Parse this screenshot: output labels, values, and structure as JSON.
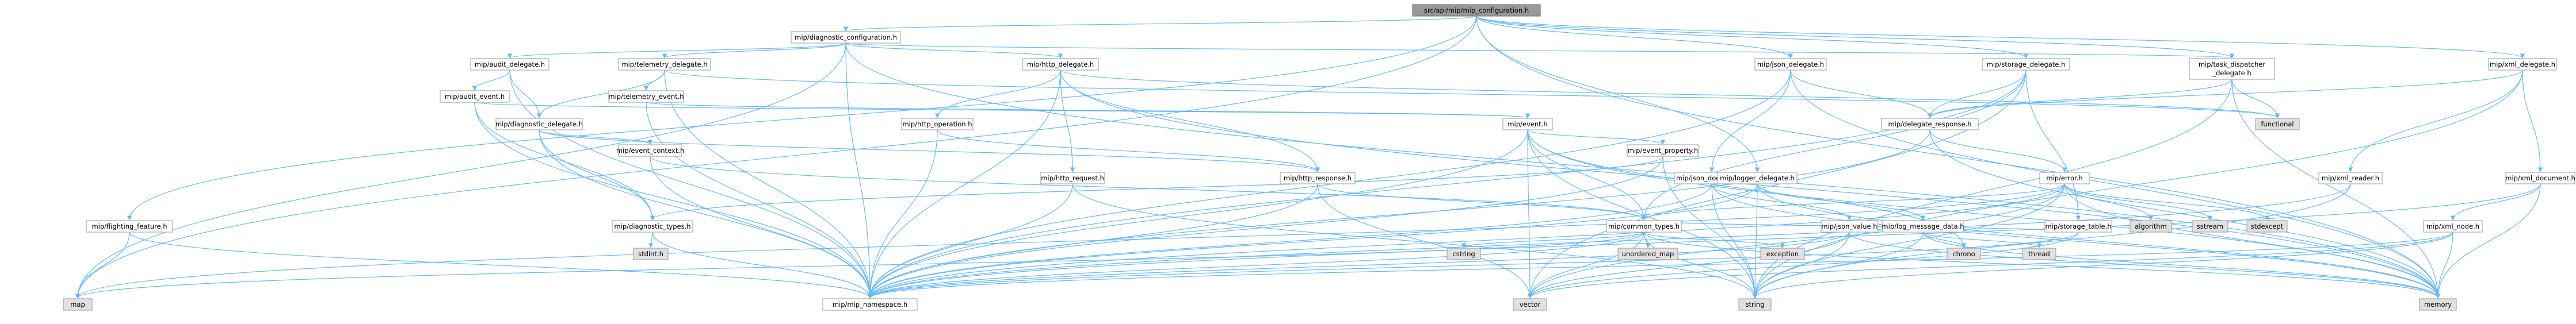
{
  "graph": {
    "title": "src/api/mip/mip_configuration.h",
    "nodes": [
      {
        "id": "root",
        "label": "src/api/mip/mip_configuration.h",
        "kind": "root"
      },
      {
        "id": "diagcfg",
        "label": "mip/diagnostic_configuration.h",
        "kind": "file"
      },
      {
        "id": "audit_delegate",
        "label": "mip/audit_delegate.h",
        "kind": "file"
      },
      {
        "id": "telemetry_delegate",
        "label": "mip/telemetry_delegate.h",
        "kind": "file"
      },
      {
        "id": "http_delegate",
        "label": "mip/http_delegate.h",
        "kind": "file"
      },
      {
        "id": "task_dispatcher",
        "label": "mip/task_dispatcher_delegate.h",
        "kind": "file",
        "lines": [
          "mip/task_dispatcher",
          "_delegate.h"
        ]
      },
      {
        "id": "storage_delegate",
        "label": "mip/storage_delegate.h",
        "kind": "file"
      },
      {
        "id": "xml_delegate",
        "label": "mip/xml_delegate.h",
        "kind": "file"
      },
      {
        "id": "json_delegate",
        "label": "mip/json_delegate.h",
        "kind": "file"
      },
      {
        "id": "audit_event",
        "label": "mip/audit_event.h",
        "kind": "file"
      },
      {
        "id": "telemetry_event",
        "label": "mip/telemetry_event.h",
        "kind": "file"
      },
      {
        "id": "diagnostic_delegate",
        "label": "mip/diagnostic_delegate.h",
        "kind": "file"
      },
      {
        "id": "http_operation",
        "label": "mip/http_operation.h",
        "kind": "file"
      },
      {
        "id": "event",
        "label": "mip/event.h",
        "kind": "file"
      },
      {
        "id": "functional",
        "label": "functional",
        "kind": "system"
      },
      {
        "id": "delegate_response",
        "label": "mip/delegate_response.h",
        "kind": "file"
      },
      {
        "id": "event_context",
        "label": "mip/event_context.h",
        "kind": "file"
      },
      {
        "id": "http_request",
        "label": "mip/http_request.h",
        "kind": "file"
      },
      {
        "id": "http_response",
        "label": "mip/http_response.h",
        "kind": "file"
      },
      {
        "id": "event_property",
        "label": "mip/event_property.h",
        "kind": "file"
      },
      {
        "id": "xml_reader",
        "label": "mip/xml_reader.h",
        "kind": "file"
      },
      {
        "id": "xml_document",
        "label": "mip/xml_document.h",
        "kind": "file"
      },
      {
        "id": "error",
        "label": "mip/error.h",
        "kind": "file"
      },
      {
        "id": "json_document",
        "label": "mip/json_document.h",
        "kind": "file"
      },
      {
        "id": "logger_delegate",
        "label": "mip/logger_delegate.h",
        "kind": "file"
      },
      {
        "id": "flighting_feature",
        "label": "mip/flighting_feature.h",
        "kind": "file"
      },
      {
        "id": "diagnostic_types",
        "label": "mip/diagnostic_types.h",
        "kind": "file"
      },
      {
        "id": "common_types",
        "label": "mip/common_types.h",
        "kind": "file"
      },
      {
        "id": "storage_table",
        "label": "mip/storage_table.h",
        "kind": "file"
      },
      {
        "id": "xml_node",
        "label": "mip/xml_node.h",
        "kind": "file"
      },
      {
        "id": "algorithm",
        "label": "algorithm",
        "kind": "system"
      },
      {
        "id": "sstream",
        "label": "sstream",
        "kind": "system"
      },
      {
        "id": "stdexcept",
        "label": "stdexcept",
        "kind": "system"
      },
      {
        "id": "json_value",
        "label": "mip/json_value.h",
        "kind": "file"
      },
      {
        "id": "log_message_data",
        "label": "mip/log_message_data.h",
        "kind": "file"
      },
      {
        "id": "stdint",
        "label": "stdint.h",
        "kind": "system"
      },
      {
        "id": "cstring",
        "label": "cstring",
        "kind": "system"
      },
      {
        "id": "unordered_map",
        "label": "unordered_map",
        "kind": "system"
      },
      {
        "id": "exception",
        "label": "exception",
        "kind": "system"
      },
      {
        "id": "chrono",
        "label": "chrono",
        "kind": "system"
      },
      {
        "id": "thread",
        "label": "thread",
        "kind": "system"
      },
      {
        "id": "map",
        "label": "map",
        "kind": "system"
      },
      {
        "id": "mip_namespace",
        "label": "mip/mip_namespace.h",
        "kind": "file"
      },
      {
        "id": "vector",
        "label": "vector",
        "kind": "system"
      },
      {
        "id": "string",
        "label": "string",
        "kind": "system"
      },
      {
        "id": "memory",
        "label": "memory",
        "kind": "system"
      }
    ],
    "edges": [
      [
        "root",
        "diagcfg"
      ],
      [
        "root",
        "flighting_feature"
      ],
      [
        "root",
        "map"
      ],
      [
        "root",
        "task_dispatcher"
      ],
      [
        "root",
        "storage_delegate"
      ],
      [
        "root",
        "xml_delegate"
      ],
      [
        "root",
        "json_delegate"
      ],
      [
        "root",
        "logger_delegate"
      ],
      [
        "root",
        "memory"
      ],
      [
        "diagcfg",
        "audit_delegate"
      ],
      [
        "diagcfg",
        "telemetry_delegate"
      ],
      [
        "diagcfg",
        "http_delegate"
      ],
      [
        "diagcfg",
        "task_dispatcher"
      ],
      [
        "diagcfg",
        "map"
      ],
      [
        "diagcfg",
        "mip_namespace"
      ],
      [
        "diagcfg",
        "memory"
      ],
      [
        "audit_delegate",
        "audit_event"
      ],
      [
        "audit_delegate",
        "diagnostic_delegate"
      ],
      [
        "audit_delegate",
        "mip_namespace"
      ],
      [
        "telemetry_delegate",
        "telemetry_event"
      ],
      [
        "telemetry_delegate",
        "diagnostic_delegate"
      ],
      [
        "telemetry_delegate",
        "functional"
      ],
      [
        "telemetry_delegate",
        "mip_namespace"
      ],
      [
        "http_delegate",
        "http_operation"
      ],
      [
        "http_delegate",
        "http_request"
      ],
      [
        "http_delegate",
        "http_response"
      ],
      [
        "http_delegate",
        "functional"
      ],
      [
        "http_delegate",
        "mip_namespace"
      ],
      [
        "http_delegate",
        "memory"
      ],
      [
        "task_dispatcher",
        "functional"
      ],
      [
        "task_dispatcher",
        "delegate_response"
      ],
      [
        "task_dispatcher",
        "string"
      ],
      [
        "task_dispatcher",
        "memory"
      ],
      [
        "storage_delegate",
        "delegate_response"
      ],
      [
        "storage_delegate",
        "storage_table"
      ],
      [
        "storage_delegate",
        "common_types"
      ],
      [
        "storage_delegate",
        "vector"
      ],
      [
        "storage_delegate",
        "mip_namespace"
      ],
      [
        "xml_delegate",
        "delegate_response"
      ],
      [
        "xml_delegate",
        "xml_reader"
      ],
      [
        "xml_delegate",
        "xml_document"
      ],
      [
        "xml_delegate",
        "string"
      ],
      [
        "json_delegate",
        "delegate_response"
      ],
      [
        "json_delegate",
        "json_document"
      ],
      [
        "json_delegate",
        "mip_namespace"
      ],
      [
        "json_delegate",
        "memory"
      ],
      [
        "audit_event",
        "event"
      ],
      [
        "audit_event",
        "diagnostic_types"
      ],
      [
        "audit_event",
        "mip_namespace"
      ],
      [
        "telemetry_event",
        "event"
      ],
      [
        "telemetry_event",
        "mip_namespace"
      ],
      [
        "diagnostic_delegate",
        "event_context"
      ],
      [
        "diagnostic_delegate",
        "http_response"
      ],
      [
        "diagnostic_delegate",
        "diagnostic_types"
      ],
      [
        "diagnostic_delegate",
        "mip_namespace"
      ],
      [
        "http_operation",
        "http_response"
      ],
      [
        "http_operation",
        "mip_namespace"
      ],
      [
        "event",
        "event_property"
      ],
      [
        "event",
        "common_types"
      ],
      [
        "event",
        "mip_namespace"
      ],
      [
        "event",
        "chrono"
      ],
      [
        "event",
        "string"
      ],
      [
        "event",
        "vector"
      ],
      [
        "event",
        "memory"
      ],
      [
        "delegate_response",
        "error"
      ],
      [
        "delegate_response",
        "mip_namespace"
      ],
      [
        "delegate_response",
        "memory"
      ],
      [
        "event_context",
        "common_types"
      ],
      [
        "event_context",
        "mip_namespace"
      ],
      [
        "http_request",
        "mip_namespace"
      ],
      [
        "http_request",
        "string"
      ],
      [
        "http_response",
        "common_types"
      ],
      [
        "http_response",
        "mip_namespace"
      ],
      [
        "http_response",
        "vector"
      ],
      [
        "event_property",
        "diagnostic_types"
      ],
      [
        "event_property",
        "mip_namespace"
      ],
      [
        "event_property",
        "string"
      ],
      [
        "xml_reader",
        "string"
      ],
      [
        "xml_reader",
        "mip_namespace"
      ],
      [
        "xml_document",
        "xml_node"
      ],
      [
        "xml_document",
        "mip_namespace"
      ],
      [
        "xml_document",
        "memory"
      ],
      [
        "error",
        "algorithm"
      ],
      [
        "error",
        "sstream"
      ],
      [
        "error",
        "stdexcept"
      ],
      [
        "error",
        "common_types"
      ],
      [
        "error",
        "mip_namespace"
      ],
      [
        "error",
        "string"
      ],
      [
        "error",
        "vector"
      ],
      [
        "error",
        "memory"
      ],
      [
        "error",
        "map"
      ],
      [
        "json_document",
        "json_value"
      ],
      [
        "json_document",
        "mip_namespace"
      ],
      [
        "json_document",
        "string"
      ],
      [
        "json_document",
        "memory"
      ],
      [
        "logger_delegate",
        "log_message_data"
      ],
      [
        "logger_delegate",
        "mip_namespace"
      ],
      [
        "logger_delegate",
        "string"
      ],
      [
        "logger_delegate",
        "memory"
      ],
      [
        "flighting_feature",
        "map"
      ],
      [
        "flighting_feature",
        "mip_namespace"
      ],
      [
        "diagnostic_types",
        "stdint"
      ],
      [
        "diagnostic_types",
        "mip_namespace"
      ],
      [
        "common_types",
        "cstring"
      ],
      [
        "common_types",
        "unordered_map"
      ],
      [
        "common_types",
        "exception"
      ],
      [
        "common_types",
        "map"
      ],
      [
        "common_types",
        "mip_namespace"
      ],
      [
        "common_types",
        "vector"
      ],
      [
        "common_types",
        "string"
      ],
      [
        "common_types",
        "memory"
      ],
      [
        "storage_table",
        "common_types"
      ],
      [
        "storage_table",
        "mip_namespace"
      ],
      [
        "storage_table",
        "vector"
      ],
      [
        "xml_node",
        "string"
      ],
      [
        "xml_node",
        "vector"
      ],
      [
        "xml_node",
        "mip_namespace"
      ],
      [
        "xml_node",
        "memory"
      ],
      [
        "json_value",
        "mip_namespace"
      ],
      [
        "json_value",
        "string"
      ],
      [
        "json_value",
        "vector"
      ],
      [
        "json_value",
        "memory"
      ],
      [
        "log_message_data",
        "chrono"
      ],
      [
        "log_message_data",
        "thread"
      ],
      [
        "log_message_data",
        "string"
      ],
      [
        "log_message_data",
        "memory"
      ]
    ]
  }
}
